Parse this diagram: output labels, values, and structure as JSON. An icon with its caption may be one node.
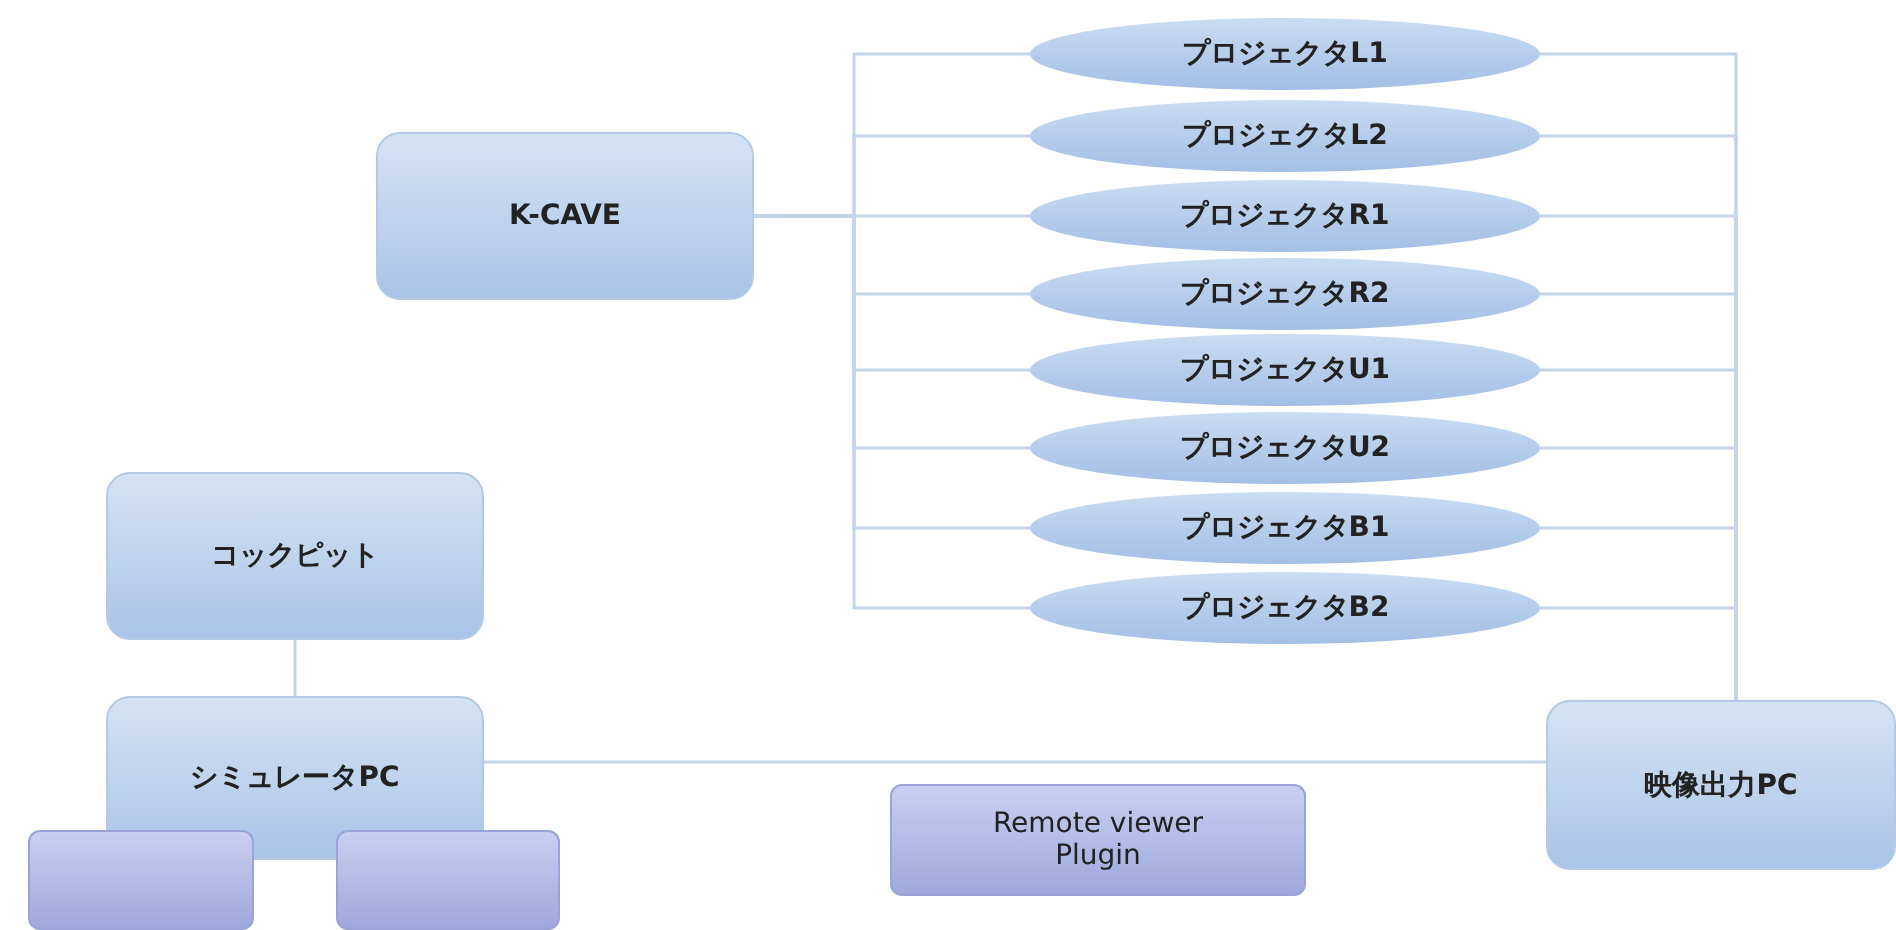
{
  "diagram": {
    "nodes": [
      {
        "text": [
          "K-CAVE"
        ]
      },
      {
        "text": [
          "プロジェクタL1"
        ]
      },
      {
        "text": [
          "プロジェクタL2"
        ]
      },
      {
        "text": [
          "プロジェクタR1"
        ]
      },
      {
        "text": [
          "プロジェクタR2"
        ]
      },
      {
        "text": [
          "プロジェクタU1"
        ]
      },
      {
        "text": [
          "プロジェクタU2"
        ]
      },
      {
        "text": [
          "プロジェクタB1"
        ]
      },
      {
        "text": [
          "プロジェクタB2"
        ]
      },
      {
        "text": [
          "コックピット"
        ]
      },
      {
        "text": [
          "シミュレータPC"
        ]
      },
      {
        "text": [],
        "shape": "box"
      },
      {
        "text": [],
        "shape": "box"
      },
      {
        "text": [
          "Remote viewer Plugin"
        ]
      },
      {
        "text": [
          "映像出力PC"
        ]
      }
    ],
    "edges": [
      {
        "from": 0,
        "to": 1,
        "arrow": "none"
      },
      {
        "from": 0,
        "to": 2,
        "arrow": "none"
      },
      {
        "from": 0,
        "to": 3,
        "arrow": "none"
      },
      {
        "from": 0,
        "to": 4,
        "arrow": "none"
      },
      {
        "from": 0,
        "to": 5,
        "arrow": "none"
      },
      {
        "from": 0,
        "to": 6,
        "arrow": "none"
      },
      {
        "from": 0,
        "to": 7,
        "arrow": "none"
      },
      {
        "from": 0,
        "to": 8,
        "arrow": "none"
      },
      {
        "from": 1,
        "to": 14,
        "arrow": "none"
      },
      {
        "from": 2,
        "to": 14,
        "arrow": "none"
      },
      {
        "from": 3,
        "to": 14,
        "arrow": "none"
      },
      {
        "from": 4,
        "to": 14,
        "arrow": "none"
      },
      {
        "from": 5,
        "to": 14,
        "arrow": "none"
      },
      {
        "from": 6,
        "to": 14,
        "arrow": "none"
      },
      {
        "from": 7,
        "to": 14,
        "arrow": "none"
      },
      {
        "from": 8,
        "to": 14,
        "arrow": "none"
      },
      {
        "from": 9,
        "to": 10,
        "arrow": "none"
      },
      {
        "from": 10,
        "to": 14,
        "arrow": "none"
      }
    ]
  }
}
